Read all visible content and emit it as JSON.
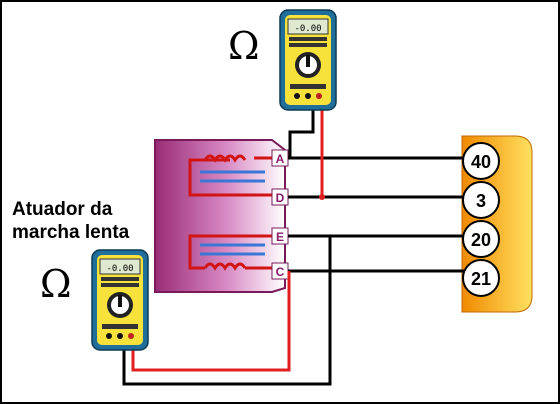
{
  "title_lines": [
    "Atuador da",
    "marcha lenta"
  ],
  "ohm_symbol": "Ω",
  "meter": {
    "display": "-0.00"
  },
  "actuator_terminals": [
    "A",
    "D",
    "E",
    "C"
  ],
  "ecu_pins": [
    "40",
    "3",
    "20",
    "21"
  ],
  "colors": {
    "wire_black": "#000000",
    "wire_red": "#e02020",
    "actuator_purple": "#a0307a",
    "ecu_orange": "#f08a00",
    "ecu_yellow": "#ffd84a",
    "meter_blue": "#1f6f9a",
    "meter_yellow": "#f7e23c",
    "coil_red": "#d21414",
    "core_blue": "#3a78d8"
  }
}
